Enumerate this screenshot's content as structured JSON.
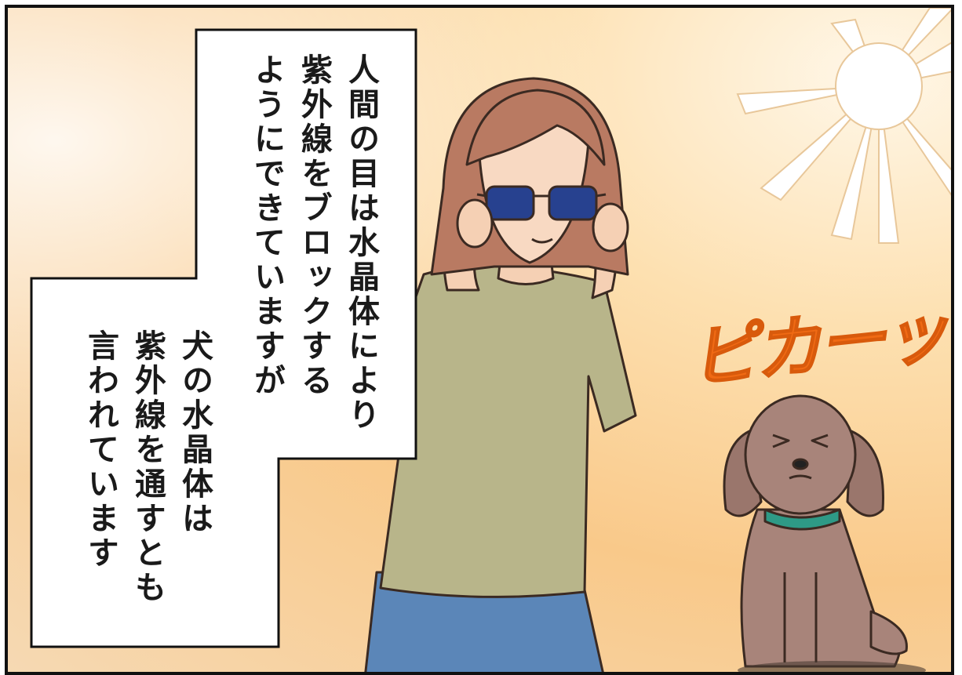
{
  "caption_upper": {
    "lines": [
      "人間の目は水晶体により",
      "紫外線をブロックする",
      "ようにできていますが"
    ]
  },
  "caption_lower": {
    "lines": [
      "犬の水晶体は",
      "紫外線を通すとも",
      "言われています"
    ]
  },
  "sound_effect": "ピカーッ",
  "colors": {
    "background_warm": "#f9c98a",
    "sfx_orange": "#f06a14",
    "shirt": "#b8b58a",
    "jeans": "#5b86b8",
    "dog_fur": "#a8847a",
    "collar": "#2e9a86",
    "sunglasses": "#27418f"
  }
}
